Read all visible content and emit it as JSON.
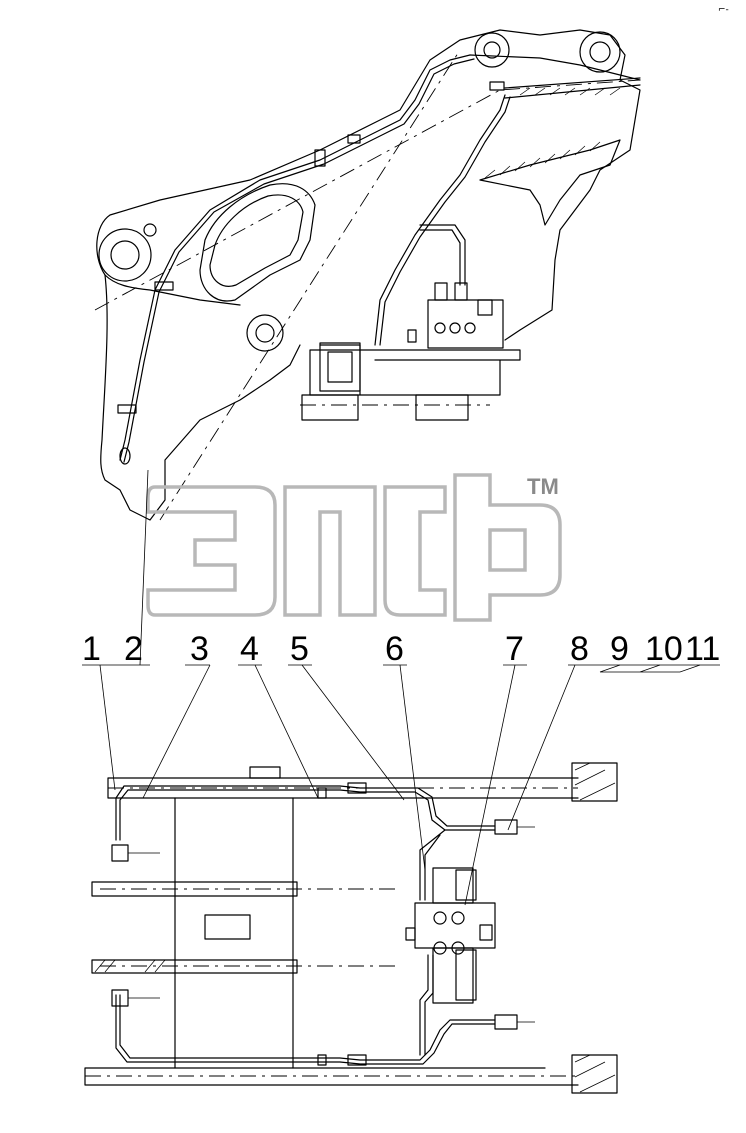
{
  "corner_mark": "⌐-",
  "watermark": {
    "tm": "TM"
  },
  "callouts": [
    {
      "label": "1"
    },
    {
      "label": "2"
    },
    {
      "label": "3"
    },
    {
      "label": "4"
    },
    {
      "label": "5"
    },
    {
      "label": "6"
    },
    {
      "label": "7"
    },
    {
      "label": "8"
    },
    {
      "label": "9"
    },
    {
      "label": "10"
    },
    {
      "label": "11"
    }
  ]
}
